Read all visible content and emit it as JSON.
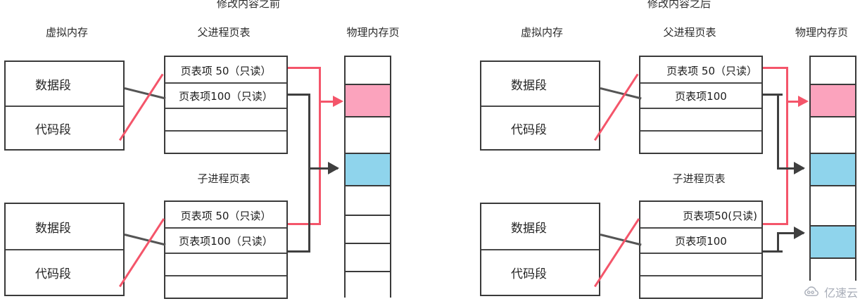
{
  "document": {
    "type": "copy-on-write-memory-diagram",
    "watermark": {
      "text": "亿速云",
      "icon": "cloud-logo-icon"
    }
  },
  "panels": [
    {
      "id": "before",
      "title": "修改内容之前",
      "columns": {
        "virtual_memory_label": "虚拟内存",
        "page_table_label": "父进程页表",
        "physical_memory_label": "物理内存页"
      },
      "parent": {
        "virtual_memory_rows": [
          "数据段",
          "代码段"
        ],
        "page_table_title": "父进程页表",
        "page_table_rows": [
          "页表项 50（只读）",
          "页表项100（只读）",
          "",
          ""
        ]
      },
      "child": {
        "virtual_memory_rows": [
          "数据段",
          "代码段"
        ],
        "page_table_title": "子进程页表",
        "page_table_rows": [
          "页表项 50（只读）",
          "页表项100（只读）",
          "",
          ""
        ]
      },
      "physical_pages": [
        {
          "index": 0,
          "color": "#ffffff"
        },
        {
          "index": 1,
          "color": "#fba3bd"
        },
        {
          "index": 2,
          "color": "#ffffff"
        },
        {
          "index": 3,
          "color": "#8fd4ec"
        },
        {
          "index": 4,
          "color": "#ffffff"
        },
        {
          "index": 5,
          "color": "#ffffff"
        },
        {
          "index": 6,
          "color": "#ffffff"
        },
        {
          "index": 7,
          "color": "#ffffff"
        }
      ]
    },
    {
      "id": "after",
      "title": "修改内容之后",
      "columns": {
        "virtual_memory_label": "虚拟内存",
        "page_table_label": "父进程页表",
        "physical_memory_label": "物理内存页"
      },
      "parent": {
        "virtual_memory_rows": [
          "数据段",
          "代码段"
        ],
        "page_table_title": "父进程页表",
        "page_table_rows": [
          "页表项 50（只读）",
          "页表项100",
          "",
          ""
        ]
      },
      "child": {
        "virtual_memory_rows": [
          "数据段",
          "代码段"
        ],
        "page_table_title": "子进程页表",
        "page_table_rows": [
          "页表项50(只读)",
          "页表项100",
          "",
          ""
        ]
      },
      "physical_pages": [
        {
          "index": 0,
          "color": "#ffffff"
        },
        {
          "index": 1,
          "color": "#fba3bd"
        },
        {
          "index": 2,
          "color": "#ffffff"
        },
        {
          "index": 3,
          "color": "#8fd4ec"
        },
        {
          "index": 4,
          "color": "#ffffff"
        },
        {
          "index": 5,
          "color": "#8fd4ec"
        },
        {
          "index": 6,
          "color": "#ffffff"
        }
      ]
    }
  ],
  "colors": {
    "stroke": "#3a3a3a",
    "red_link": "#f4556a",
    "dark_link": "#3f3f3f",
    "pink_page": "#fba3bd",
    "cyan_page": "#8fd4ec",
    "background": "#ffffff",
    "watermark": "#a8adb8"
  }
}
